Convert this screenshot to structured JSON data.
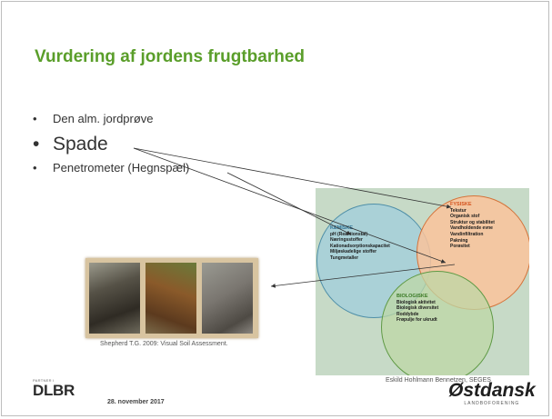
{
  "slide": {
    "title": "Vurdering af jordens frugtbarhed",
    "bullet_glyph": "•",
    "bullets": [
      "Den alm. jordprøve",
      "Spade",
      "Penetrometer (Hegnspæl)"
    ]
  },
  "venn": {
    "kemiske": {
      "heading": "KEMISKE",
      "items": [
        "pH (Reaktionstal)",
        "Næringsstoffer",
        "Kationadsorptionskapacitet",
        "Miljøskadelige stoffer",
        "Tungmetaller"
      ]
    },
    "fysiske": {
      "heading": "FYSISKE",
      "items": [
        "Tekstur",
        "Organisk stof",
        "Struktur og stabilitet",
        "Vandholdende evne",
        "Vandinfiltration",
        "Pakning",
        "Porøsitet"
      ]
    },
    "biologiske": {
      "heading": "BIOLOGISKE",
      "items": [
        "Biologisk aktivitet",
        "Biologisk diversitet",
        "Roddybde",
        "Frøpulje for ukrudt"
      ]
    }
  },
  "photo_caption": "Shepherd T.G. 2009: Visual Soil Assessment.",
  "credit": "Eskild Hohlmann Bennetzen, SEGES",
  "footer": {
    "partner_label": "PARTNER I",
    "dlbr_logo": "DLBR",
    "date": "28. november 2017",
    "ostdansk_name": "Østdansk",
    "ostdansk_sub": "LANDBOFORENING"
  },
  "colors": {
    "title": "#5a9e2a",
    "kemiske": "#2c6f92",
    "fysiske": "#d4531e",
    "biologiske": "#3a7a25"
  }
}
